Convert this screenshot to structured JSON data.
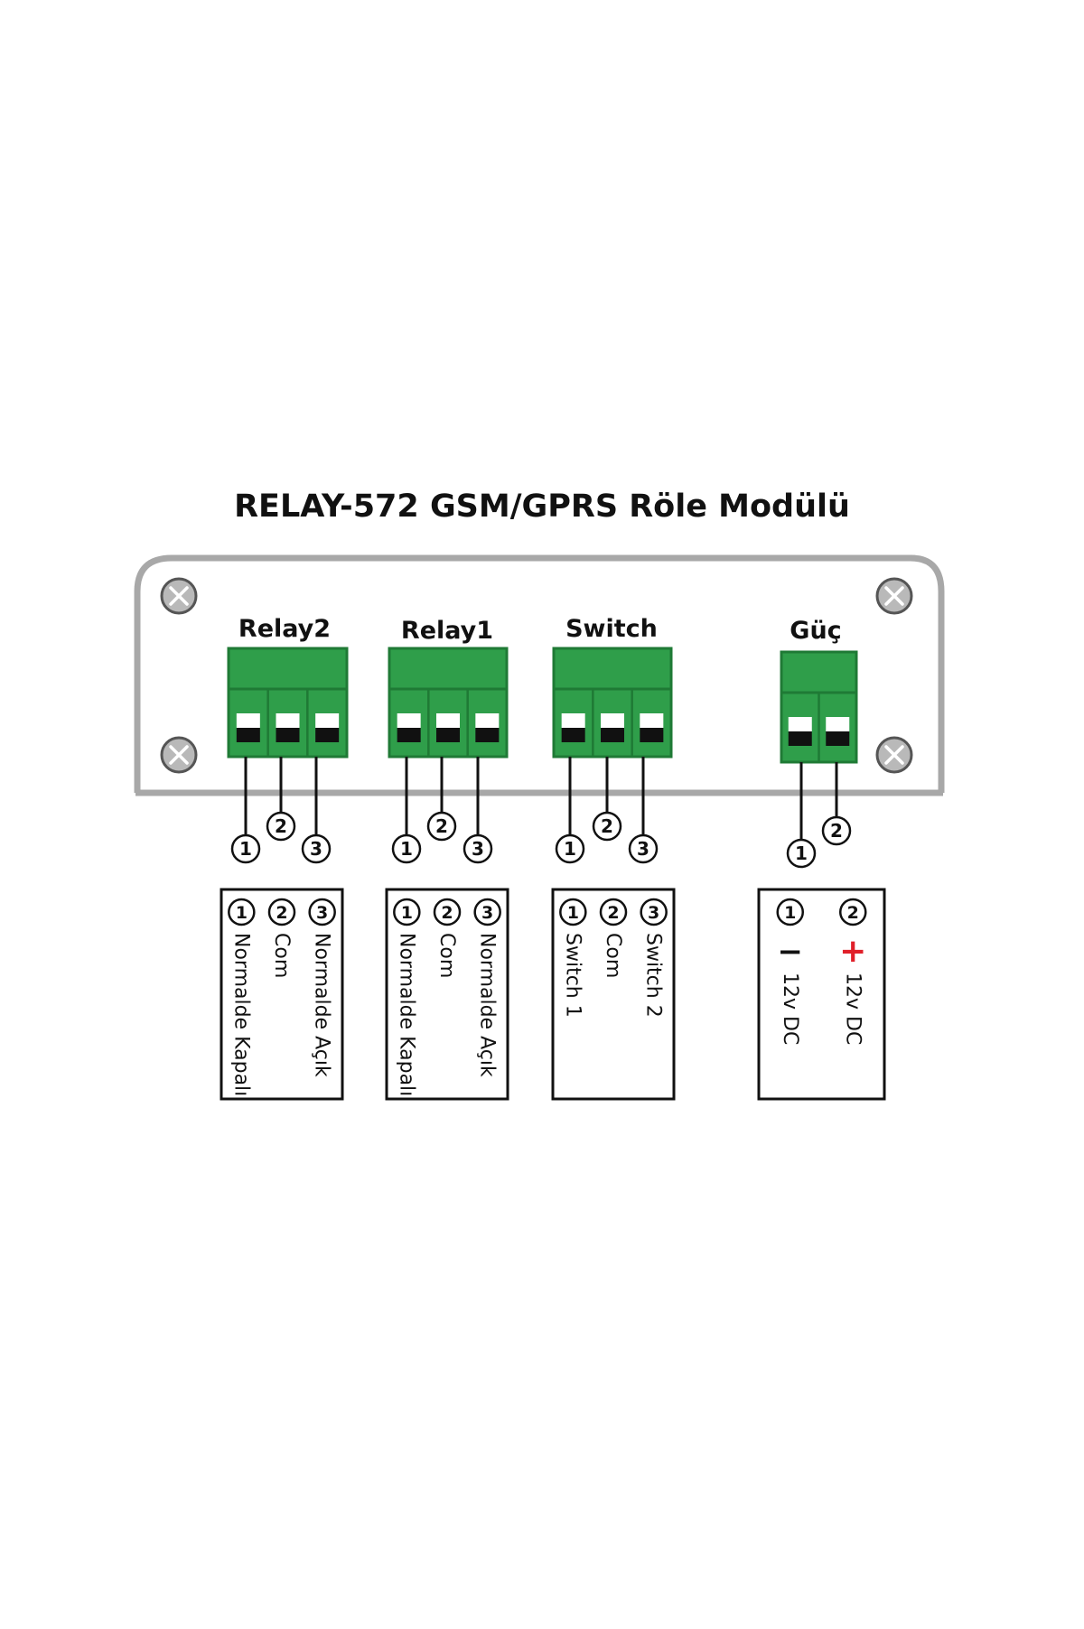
{
  "title": "RELAY-572 GSM/GPRS Röle Modülü",
  "colors": {
    "terminal_green": "#2f9e4a",
    "terminal_dark": "#1f7a35",
    "panel_border": "#a8a8a8",
    "screw_fill": "#b9b9b9",
    "plus_red": "#e0202a",
    "ink": "#111111"
  },
  "icons": {
    "screw": "screw-x-icon",
    "pin_marker": "circled-number"
  },
  "blocks": [
    {
      "label": "Relay2",
      "pins": [
        "1",
        "2",
        "3"
      ],
      "legend": [
        {
          "num": "1",
          "text": "Normalde Kapalı"
        },
        {
          "num": "2",
          "text": "Com"
        },
        {
          "num": "3",
          "text": "Normalde Açık"
        }
      ]
    },
    {
      "label": "Relay1",
      "pins": [
        "1",
        "2",
        "3"
      ],
      "legend": [
        {
          "num": "1",
          "text": "Normalde Kapalı"
        },
        {
          "num": "2",
          "text": "Com"
        },
        {
          "num": "3",
          "text": "Normalde Açık"
        }
      ]
    },
    {
      "label": "Switch",
      "pins": [
        "1",
        "2",
        "3"
      ],
      "legend": [
        {
          "num": "1",
          "text": "Switch 1"
        },
        {
          "num": "2",
          "text": "Com"
        },
        {
          "num": "3",
          "text": "Switch 2"
        }
      ]
    },
    {
      "label": "Güç",
      "pins": [
        "1",
        "2"
      ],
      "legend": [
        {
          "num": "1",
          "sign": "−",
          "text": "12v DC"
        },
        {
          "num": "2",
          "sign": "+",
          "text": "12v DC"
        }
      ]
    }
  ]
}
